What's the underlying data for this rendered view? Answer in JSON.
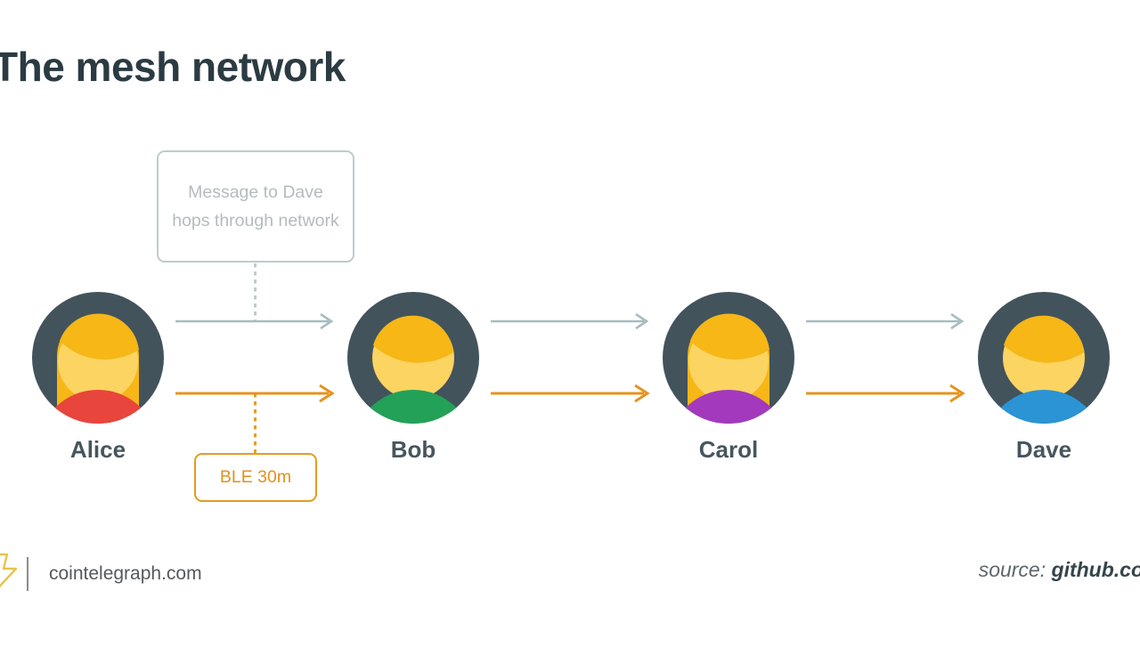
{
  "title": "The mesh network",
  "callout": {
    "message": "Message to Dave hops through network",
    "border_color": "#bfcbcd",
    "text_color": "#b4bcbe"
  },
  "link_label": {
    "text": "BLE 30m",
    "color": "#e2901c"
  },
  "nodes": [
    {
      "name": "Alice",
      "hair": "long",
      "body_color": "#e8453c",
      "label_color": "#46565e"
    },
    {
      "name": "Bob",
      "hair": "short",
      "body_color": "#23a158",
      "label_color": "#46565e"
    },
    {
      "name": "Carol",
      "hair": "long",
      "body_color": "#a339bd",
      "label_color": "#46565e"
    },
    {
      "name": "Dave",
      "hair": "short",
      "body_color": "#2b94d4",
      "label_color": "#46565e"
    }
  ],
  "avatar_colors": {
    "circle": "#42535c",
    "face": "#fcd462",
    "hair": "#f6b717",
    "shadow": "#f0bc3e"
  },
  "arrows": {
    "top_color": "#a8bcc0",
    "bottom_color": "#e59320",
    "top_count": 3,
    "bottom_count": 3
  },
  "footer": {
    "site": "cointelegraph.com",
    "source_label": "source:",
    "source_value": "github.co",
    "bolt_color": "#e8c349",
    "divider_color": "#8c8c8c"
  }
}
